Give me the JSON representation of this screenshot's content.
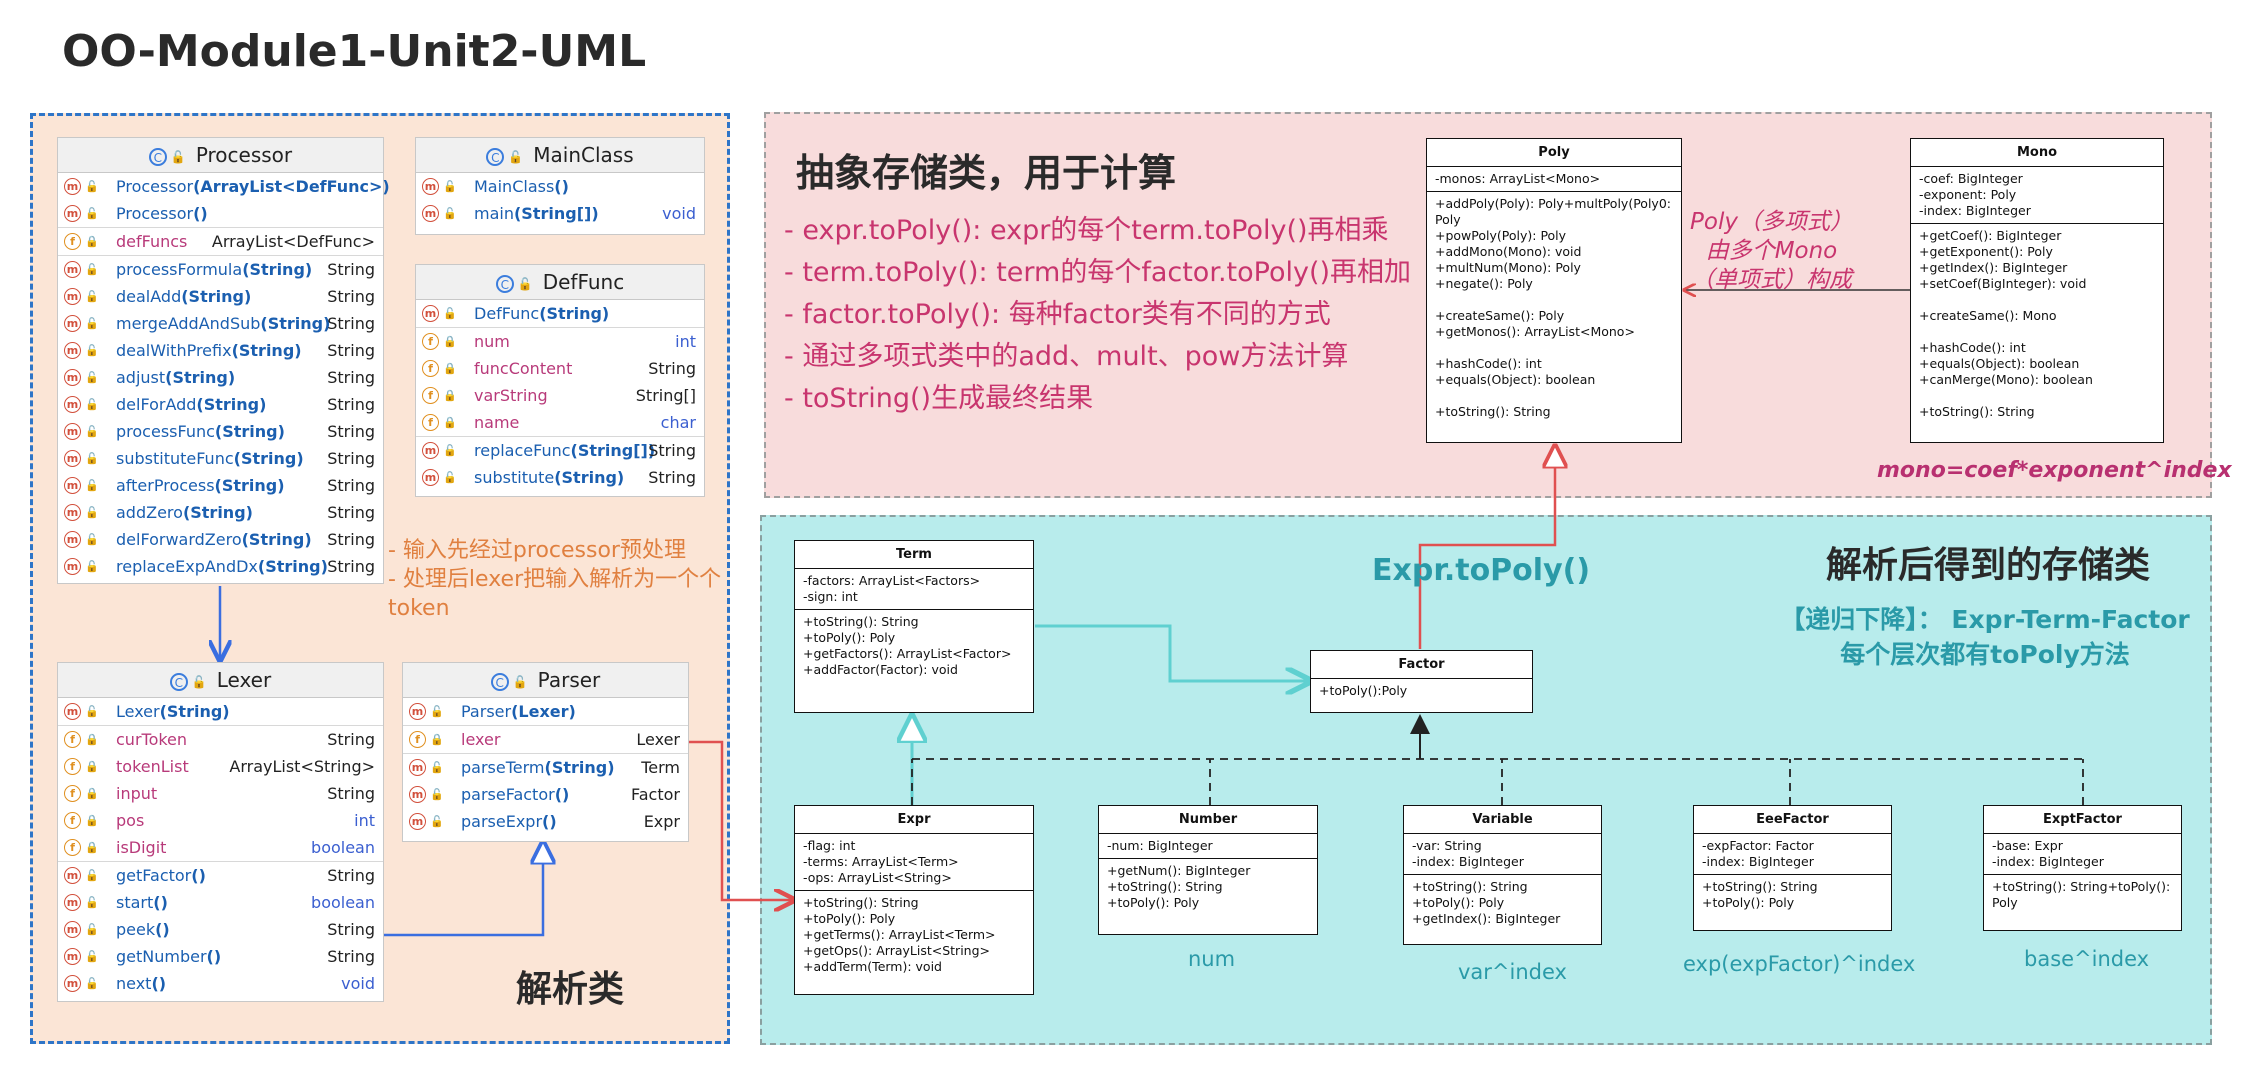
{
  "title": "OO-Module1-Unit2-UML",
  "processor": {
    "name": "Processor",
    "ctors": [
      {
        "name": "Processor",
        "args": "(ArrayList<DefFunc>)"
      },
      {
        "name": "Processor",
        "args": "()"
      }
    ],
    "fields": [
      {
        "name": "defFuncs",
        "type": "ArrayList<DefFunc>"
      }
    ],
    "methods": [
      {
        "name": "processFormula",
        "args": "(String)",
        "type": "String"
      },
      {
        "name": "dealAdd",
        "args": "(String)",
        "type": "String"
      },
      {
        "name": "mergeAddAndSub",
        "args": "(String)",
        "type": "String"
      },
      {
        "name": "dealWithPrefix",
        "args": "(String)",
        "type": "String"
      },
      {
        "name": "adjust",
        "args": "(String)",
        "type": "String"
      },
      {
        "name": "delForAdd",
        "args": "(String)",
        "type": "String"
      },
      {
        "name": "processFunc",
        "args": "(String)",
        "type": "String"
      },
      {
        "name": "substituteFunc",
        "args": "(String)",
        "type": "String"
      },
      {
        "name": "afterProcess",
        "args": "(String)",
        "type": "String"
      },
      {
        "name": "addZero",
        "args": "(String)",
        "type": "String"
      },
      {
        "name": "delForwardZero",
        "args": "(String)",
        "type": "String"
      },
      {
        "name": "replaceExpAndDx",
        "args": "(String)",
        "type": "String"
      }
    ]
  },
  "mainclass": {
    "name": "MainClass",
    "methods": [
      {
        "name": "MainClass",
        "args": "()",
        "type": ""
      },
      {
        "name": "main",
        "args": "(String[])",
        "type": "void"
      }
    ]
  },
  "deffunc": {
    "name": "DefFunc",
    "ctors": [
      {
        "name": "DefFunc",
        "args": "(String)"
      }
    ],
    "fields": [
      {
        "name": "num",
        "type": "int"
      },
      {
        "name": "funcContent",
        "type": "String"
      },
      {
        "name": "varString",
        "type": "String[]"
      },
      {
        "name": "name",
        "type": "char"
      }
    ],
    "methods": [
      {
        "name": "replaceFunc",
        "args": "(String[])",
        "type": "String"
      },
      {
        "name": "substitute",
        "args": "(String)",
        "type": "String"
      }
    ]
  },
  "lexer": {
    "name": "Lexer",
    "ctors": [
      {
        "name": "Lexer",
        "args": "(String)"
      }
    ],
    "fields": [
      {
        "name": "curToken",
        "type": "String"
      },
      {
        "name": "tokenList",
        "type": "ArrayList<String>"
      },
      {
        "name": "input",
        "type": "String"
      },
      {
        "name": "pos",
        "type": "int"
      },
      {
        "name": "isDigit",
        "type": "boolean"
      }
    ],
    "methods": [
      {
        "name": "getFactor",
        "args": "()",
        "type": "String"
      },
      {
        "name": "start",
        "args": "()",
        "type": "boolean"
      },
      {
        "name": "peek",
        "args": "()",
        "type": "String"
      },
      {
        "name": "getNumber",
        "args": "()",
        "type": "String"
      },
      {
        "name": "next",
        "args": "()",
        "type": "void"
      }
    ]
  },
  "parser": {
    "name": "Parser",
    "ctors": [
      {
        "name": "Parser",
        "args": "(Lexer)"
      }
    ],
    "fields": [
      {
        "name": "lexer",
        "type": "Lexer"
      }
    ],
    "methods": [
      {
        "name": "parseTerm",
        "args": "(String)",
        "type": "Term"
      },
      {
        "name": "parseFactor",
        "args": "()",
        "type": "Factor"
      },
      {
        "name": "parseExpr",
        "args": "()",
        "type": "Expr"
      }
    ]
  },
  "notes": {
    "preprocess": [
      "- 输入先经过processor预处理",
      "- 处理后lexer把输入解析为一个个token"
    ],
    "parse_label": "解析类",
    "calc_heading": "抽象存储类，用于计算",
    "calc_list": [
      "- expr.toPoly(): expr的每个term.toPoly()再相乘",
      "- term.toPoly(): term的每个factor.toPoly()再相加",
      "- factor.toPoly(): 每种factor类有不同的方式",
      "- 通过多项式类中的add、mult、pow方法计算",
      "- toString()生成最终结果"
    ],
    "poly_note": [
      "Poly（多项式）",
      "由多个Mono",
      "（单项式）构成"
    ],
    "mono_formula": "mono=coef*exponent^index",
    "store_heading": "解析后得到的存储类",
    "store_sub": [
      "【递归下降】： Expr-Term-Factor",
      "每个层次都有toPoly方法"
    ],
    "topoly_label": "Expr.toPoly()"
  },
  "uml": {
    "poly": {
      "name": "Poly",
      "attrs": [
        "-monos: ArrayList<Mono>"
      ],
      "ops": [
        "+addPoly(Poly): Poly+multPoly(Poly0:",
        "Poly",
        "+powPoly(Poly): Poly",
        "+addMono(Mono): void",
        "+multNum(Mono): Poly",
        "+negate(): Poly",
        "",
        "+createSame(): Poly",
        "+getMonos(): ArrayList<Mono>",
        "",
        "+hashCode(): int",
        "+equals(Object): boolean",
        "",
        "+toString(): String"
      ]
    },
    "mono": {
      "name": "Mono",
      "attrs": [
        "-coef: BigInteger",
        "-exponent: Poly",
        "-index: BigInteger"
      ],
      "ops": [
        "+getCoef(): BigInteger",
        "+getExponent(): Poly",
        "+getIndex(): BigInteger",
        "+setCoef(BigInteger): void",
        "",
        "+createSame(): Mono",
        "",
        "+hashCode(): int",
        "+equals(Object): boolean",
        "+canMerge(Mono): boolean",
        "",
        "+toString(): String"
      ]
    },
    "term": {
      "name": "Term",
      "attrs": [
        "-factors: ArrayList<Factors>",
        "-sign: int"
      ],
      "ops": [
        "+toString(): String",
        "+toPoly(): Poly",
        "+getFactors(): ArrayList<Factor>",
        "+addFactor(Factor): void"
      ]
    },
    "factor": {
      "name": "Factor",
      "ops": [
        "+toPoly():Poly"
      ]
    },
    "expr": {
      "name": "Expr",
      "attrs": [
        "-flag: int",
        "-terms: ArrayList<Term>",
        "-ops: ArrayList<String>"
      ],
      "ops": [
        "+toString(): String",
        "+toPoly(): Poly",
        "+getTerms(): ArrayList<Term>",
        "+getOps(): ArrayList<String>",
        "+addTerm(Term): void"
      ]
    },
    "number": {
      "name": "Number",
      "attrs": [
        "-num: BigInteger"
      ],
      "ops": [
        "+getNum(): BigInteger",
        "+toString(): String",
        "+toPoly(): Poly"
      ]
    },
    "variable": {
      "name": "Variable",
      "attrs": [
        "-var: String",
        "-index: BigInteger"
      ],
      "ops": [
        "+toString(): String",
        "+toPoly(): Poly",
        "+getIndex(): BigInteger"
      ]
    },
    "eeefactor": {
      "name": "EeeFactor",
      "attrs": [
        "-expFactor: Factor",
        "-index: BigInteger"
      ],
      "ops": [
        "+toString(): String",
        "+toPoly(): Poly"
      ]
    },
    "exptfactor": {
      "name": "ExptFactor",
      "attrs": [
        "-base: Expr",
        "-index: BigInteger"
      ],
      "ops": [
        "+toString(): String+toPoly():",
        "Poly"
      ]
    }
  },
  "captions": {
    "number": "num",
    "variable": "var^index",
    "eeefactor": "exp(expFactor)^index",
    "exptfactor": "base^index"
  },
  "colors": {
    "parse_region": "#fbe5d6",
    "calc_region": "#f8dcdc",
    "store_region": "#b8ecec",
    "teal_line": "#5fd0d0",
    "red_line": "#e05050",
    "blue_line": "#3a6ee0"
  }
}
